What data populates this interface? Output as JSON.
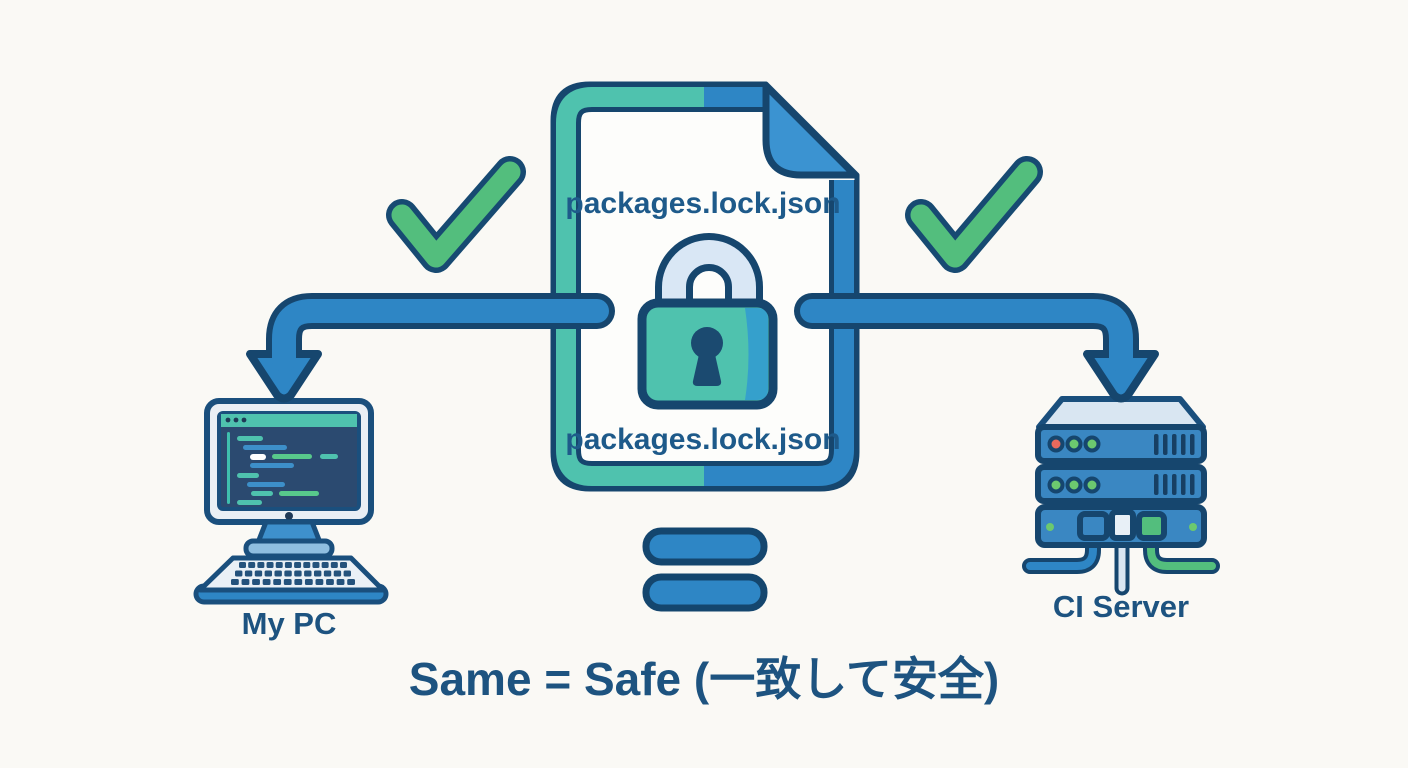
{
  "background_color": "#faf9f5",
  "palette": {
    "blue": "#2e86c5",
    "teal": "#4fc2ae",
    "navy_outline": "#16466e",
    "text_navy": "#1d5380",
    "check_green": "#53be7d",
    "light_blue": "#d9e6f2",
    "screen_navy": "#2b4a70",
    "status_red": "#e8695d",
    "status_green": "#6cc96f"
  },
  "lock_file": {
    "top_label": "packages.lock.json",
    "bottom_label": "packages.lock.json"
  },
  "left_device": {
    "label": "My PC"
  },
  "right_device": {
    "label": "CI Server"
  },
  "server_lights": {
    "row1": [
      "red",
      "green",
      "green"
    ],
    "row2": [
      "green",
      "green",
      "green"
    ]
  },
  "caption": "Same = Safe (一致して安全)",
  "icons": {
    "document": "document-icon",
    "padlock": "padlock-icon",
    "check_left": "check-icon",
    "check_right": "check-icon",
    "arrow_left": "arrow-down-icon",
    "arrow_right": "arrow-down-icon",
    "equals": "equals-icon",
    "pc": "desktop-computer-icon",
    "server": "server-rack-icon"
  }
}
